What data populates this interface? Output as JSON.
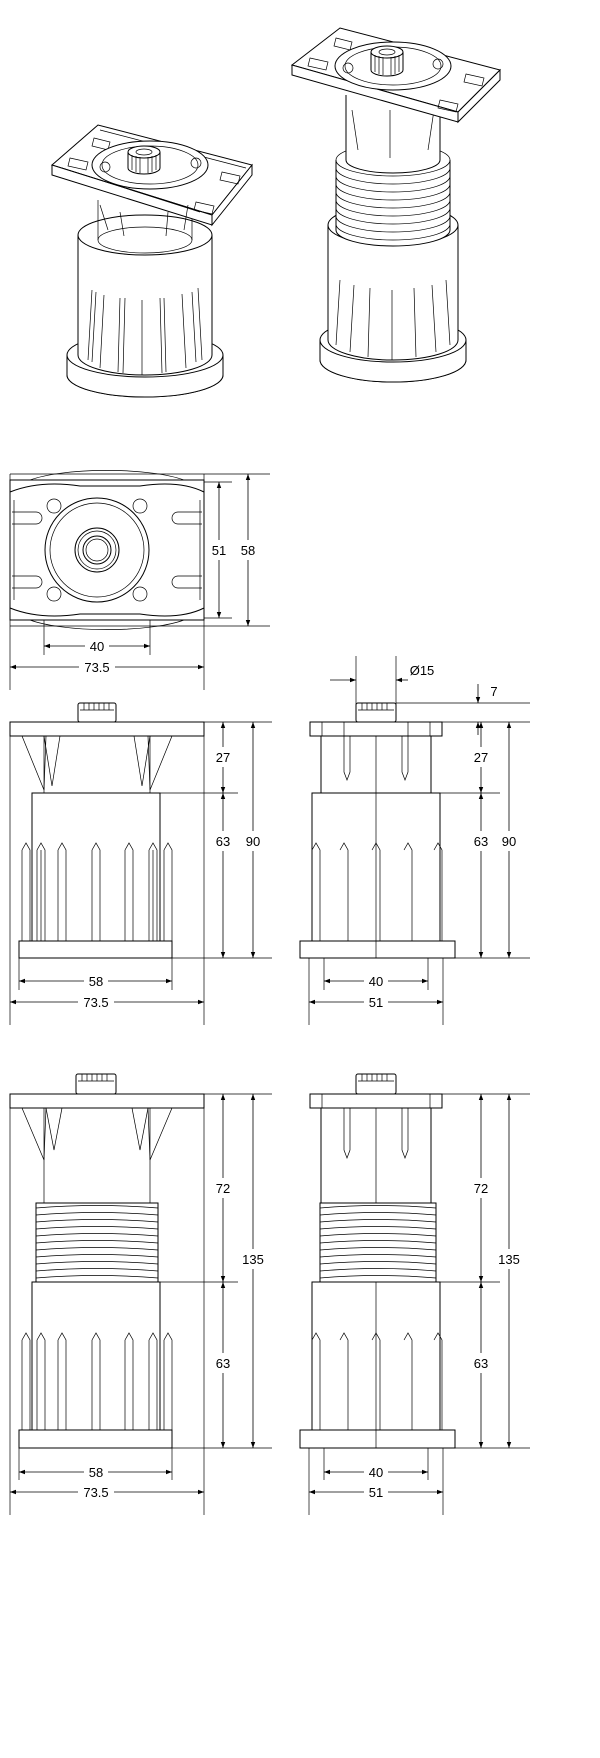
{
  "views": {
    "top_plan": {
      "width_outer": "73.5",
      "width_inner": "40",
      "height_outer": "58",
      "height_inner": "51"
    },
    "front_short": {
      "top_section": "27",
      "bottom_section": "63",
      "total_height": "90",
      "base_inner": "58",
      "base_outer": "73.5"
    },
    "side_short": {
      "stem_diameter": "Ø15",
      "stem_height": "7",
      "top_section": "27",
      "bottom_section": "63",
      "total_height": "90",
      "base_inner": "40",
      "base_outer": "51"
    },
    "front_tall": {
      "top_section": "72",
      "bottom_section": "63",
      "total_height": "135",
      "base_inner": "58",
      "base_outer": "73.5"
    },
    "side_tall": {
      "top_section": "72",
      "bottom_section": "63",
      "total_height": "135",
      "base_inner": "40",
      "base_outer": "51"
    }
  }
}
